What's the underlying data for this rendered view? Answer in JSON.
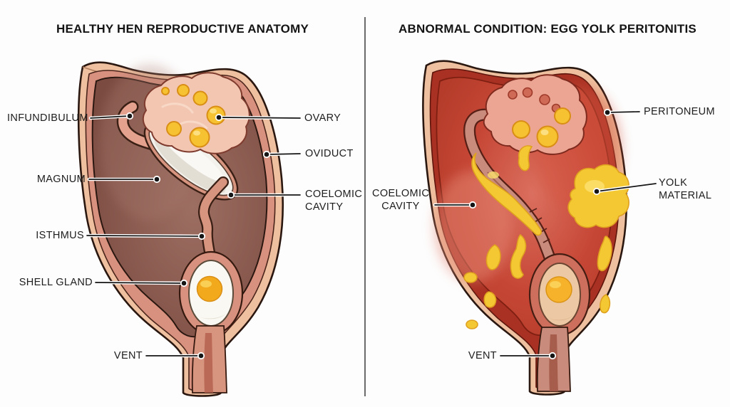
{
  "left_panel": {
    "title": "HEALTHY HEN REPRODUCTIVE ANATOMY",
    "labels": {
      "infundibulum": "INFUNDIBULUM",
      "magnum": "MAGNUM",
      "isthmus": "ISTHMUS",
      "shell_gland": "SHELL GLAND",
      "vent": "VENT",
      "ovary": "OVARY",
      "oviduct": "OVIDUCT",
      "coelomic_cavity": "COELOMIC CAVITY"
    }
  },
  "right_panel": {
    "title": "ABNORMAL CONDITION: EGG YOLK PERITONITIS",
    "labels": {
      "coelomic_cavity": "COELOMIC CAVITY",
      "peritoneum": "PERITONEUM",
      "yolk_material": "YOLK MATERIAL",
      "vent": "VENT"
    }
  },
  "colors": {
    "background": "#fdfdfd",
    "divider": "#6b6b6b",
    "title_text": "#141414",
    "label_text": "#1d1d1d",
    "outline_dark": "#2a1710",
    "skin": "#eec09f",
    "lining_pink": "#d9917f",
    "healthy_cavity_dark": "#7b4b41",
    "healthy_cavity_light": "#9d6e62",
    "ovary_pink": "#f3c6b2",
    "follicle_yellow": "#f6c231",
    "follicle_rim": "#d98e15",
    "magnum_white": "#f3f1eb",
    "egg_white": "#faf8f2",
    "egg_yolk": "#f2a91c",
    "tract_pink": "#d79580",
    "inflamed_rim": "#a93123",
    "inflamed_mid": "#c64635",
    "inflamed_light": "#db6f5f",
    "inflamed_ovary": "#eda593",
    "yolk_material": "#f4c833",
    "abnormal_egg_shell": "#ecc9a4"
  }
}
